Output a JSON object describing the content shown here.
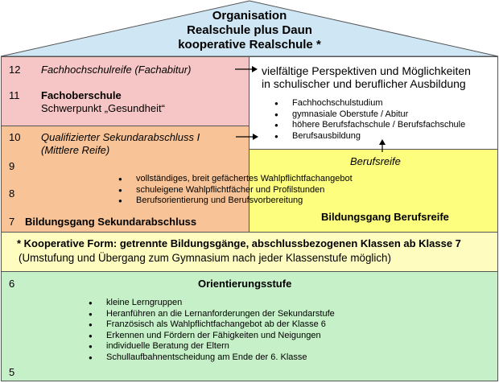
{
  "header": {
    "title_line1": "Organisation",
    "title_line2": "Realschule plus Daun",
    "title_line3": "kooperative Realschule *"
  },
  "fachoberschule": {
    "grade_12": "12",
    "label_12": "Fachhochschulreife (Fachabitur)",
    "grade_11": "11",
    "title": "Fachoberschule",
    "subtitle": "Schwerpunkt „Gesundheit“"
  },
  "perspektiven": {
    "line1": "vielfältige Perspektiven und Möglichkeiten",
    "line2": "in schulischer und beruflicher Ausbildung",
    "items": [
      "Fachhochschulstudium",
      "gymnasiale Oberstufe / Abitur",
      "höhere Berufsfachschule / Berufsfachschule",
      "Berufsausbildung"
    ]
  },
  "sekundar": {
    "grade_10": "10",
    "label_10_line1": "Qualifizierter Sekundarabschluss I",
    "label_10_line2": "(Mittlere Reife)",
    "grade_9": "9",
    "grade_8": "8",
    "grade_7": "7",
    "title": "Bildungsgang Sekundarabschluss",
    "items": [
      "vollständiges, breit gefächertes Wahlpflichtfachangebot",
      "schuleigene Wahlpflichtfächer und Profilstunden",
      "Berufsorientierung und Berufsvorbereitung"
    ]
  },
  "berufsreife": {
    "label": "Berufsreife",
    "title": "Bildungsgang Berufsreife"
  },
  "kooperativ": {
    "line1": "* Kooperative Form: getrennte Bildungsgänge, abschlussbezogenen Klassen ab Klasse 7",
    "line2": "(Umstufung und Übergang zum Gymnasium nach jeder Klassenstufe möglich)"
  },
  "orientierung": {
    "grade_6": "6",
    "grade_5": "5",
    "title": "Orientierungsstufe",
    "items": [
      "kleine Lerngruppen",
      "Heranführen an die Lernanforderungen der Sekundarstufe",
      "Französisch als Wahlpflichtfachangebot ab der Klasse 6",
      "Erkennen und Fördern der Fähigkeiten und Neigungen",
      "individuelle Beratung der Eltern",
      "Schullaufbahnentscheidung am Ende der 6. Klasse"
    ]
  },
  "colors": {
    "roof": "#cfe6f4",
    "pink": "#f6c6c6",
    "orange": "#f8c497",
    "yellow": "#fdfd7e",
    "lightyellow": "#fffcbf",
    "green": "#c6f0c8"
  }
}
